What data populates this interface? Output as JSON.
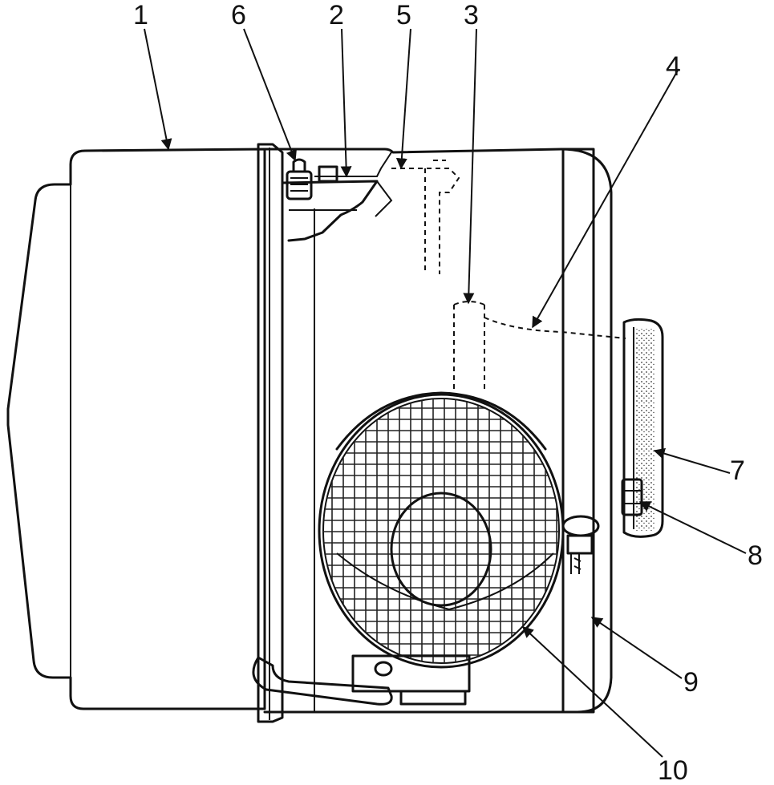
{
  "callouts": [
    {
      "id": "1"
    },
    {
      "id": "2"
    },
    {
      "id": "3"
    },
    {
      "id": "4"
    },
    {
      "id": "5"
    },
    {
      "id": "6"
    },
    {
      "id": "7"
    },
    {
      "id": "8"
    },
    {
      "id": "9"
    },
    {
      "id": "10"
    }
  ],
  "labels": {
    "c1": "1",
    "c2": "2",
    "c3": "3",
    "c4": "4",
    "c5": "5",
    "c6": "6",
    "c7": "7",
    "c8": "8",
    "c9": "9",
    "c10": "10"
  },
  "colors": {
    "ink": "#111111",
    "paper": "#ffffff"
  }
}
